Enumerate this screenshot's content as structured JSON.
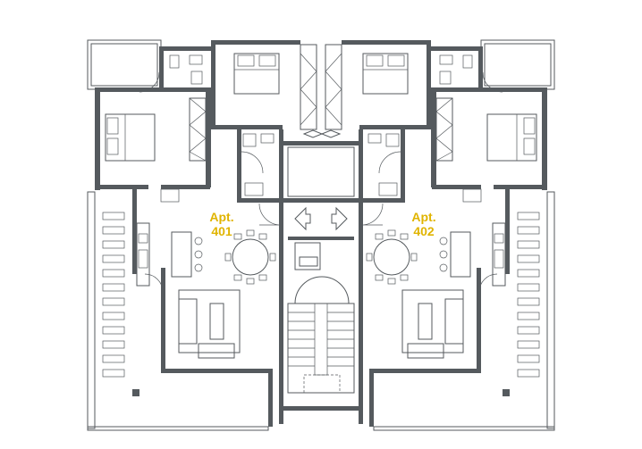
{
  "plan": {
    "apartments": [
      {
        "line1": "Apt.",
        "line2": "401"
      },
      {
        "line1": "Apt.",
        "line2": "402"
      }
    ]
  },
  "colors": {
    "walls": "#555a5e",
    "label": "#e0b400",
    "background": "#ffffff"
  }
}
